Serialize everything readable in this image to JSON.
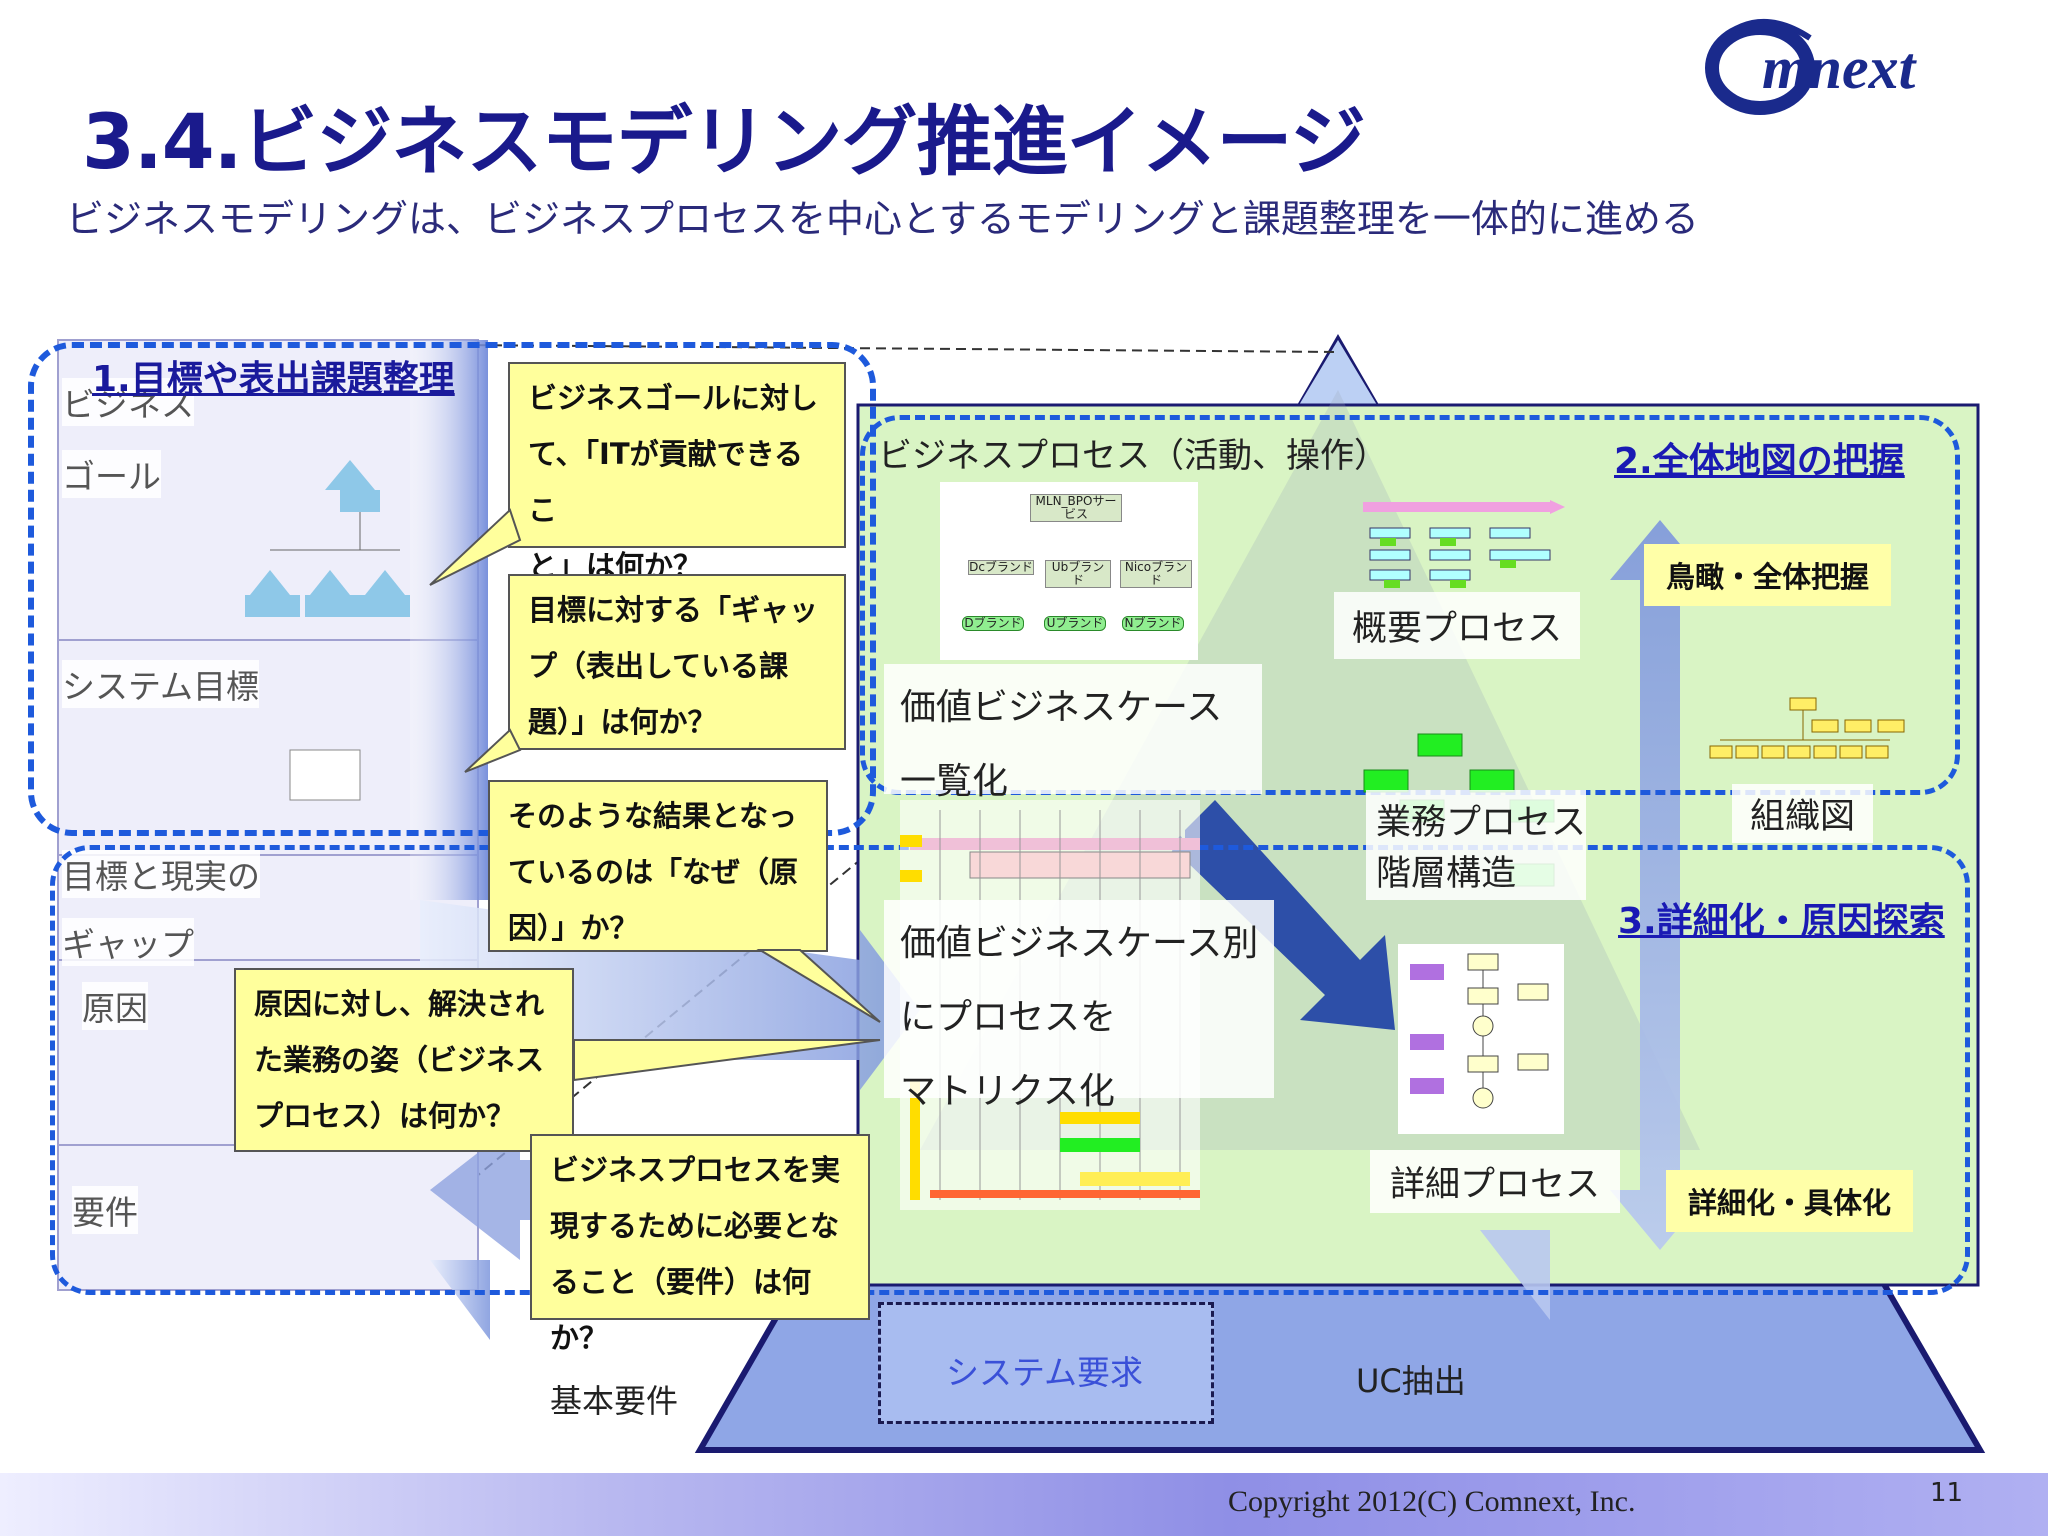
{
  "header": {
    "title": "3.4.ビジネスモデリング推進イメージ",
    "subtitle": "ビジネスモデリングは、ビジネスプロセスを中心とするモデリングと課題整理を一体的に進める",
    "logo_text": "Comnext"
  },
  "left_panel": {
    "section_title": "1.目標や表出課題整理",
    "labels": {
      "business_goal_1": "ビジネス",
      "business_goal_2": "ゴール",
      "system_goal": "システム目標",
      "gap_1": "目標と現実の",
      "gap_2": "ギャップ",
      "cause": "原因",
      "requirement": "要件"
    }
  },
  "callouts": {
    "q1": [
      "ビジネスゴールに対し",
      "て、「ITが貢献できるこ",
      "と」は何か？"
    ],
    "q2": [
      "目標に対する「ギャッ",
      "プ（表出している課",
      "題）」は何か？"
    ],
    "q3": [
      "そのような結果となっ",
      "ているのは「なぜ（原",
      "因）」か？"
    ],
    "q4": [
      "原因に対し、解決され",
      "た業務の姿（ビジネス",
      "プロセス）は何か？"
    ],
    "q5": [
      "ビジネスプロセスを実",
      "現するために必要とな",
      "ること（要件）は何か？"
    ]
  },
  "right_panel": {
    "heading": "ビジネスプロセス（活動、操作）",
    "section2": "2.全体地図の把握",
    "section3": "3.詳細化・原因探索",
    "overview_badge": "鳥瞰・全体把握",
    "detail_badge": "詳細化・具体化",
    "labels": {
      "value_case_1": "価値ビジネスケース",
      "value_case_2": "一覧化",
      "overview_process": "概要プロセス",
      "hierarchy_1": "業務プロセス",
      "hierarchy_2": "階層構造",
      "org_chart": "組織図",
      "matrix_1": "価値ビジネスケース別",
      "matrix_2": "にプロセスを",
      "matrix_3": "マトリクス化",
      "detail_process": "詳細プロセス"
    },
    "mini_chart": {
      "root": "MLN_BPOサービス",
      "l1": [
        "Dcブランド",
        "Ubブランド",
        "Nicoブランド"
      ],
      "l2": [
        "Dブランド",
        "Uブランド",
        "Nブランド"
      ]
    }
  },
  "bottom": {
    "system_requirements": "システム要求",
    "basic_requirements": "基本要件",
    "uc_extraction": "UC抽出"
  },
  "footer": {
    "copyright": "Copyright 2012(C) Comnext, Inc.",
    "page_number": "11"
  },
  "colors": {
    "title": "#1a1a8c",
    "dash_border": "#1e5adc",
    "callout_bg": "#ffff9c",
    "pyramid": "#8fa6e6",
    "green_panel": "#d9f4c4"
  }
}
